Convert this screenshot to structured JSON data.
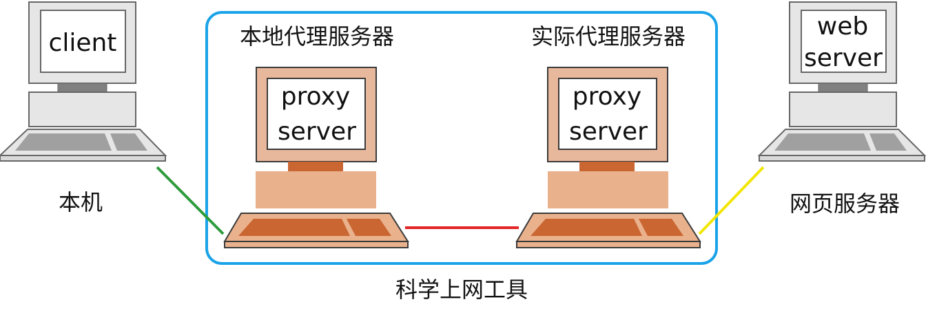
{
  "client": {
    "screen_label": "client",
    "caption": "本机"
  },
  "local_proxy": {
    "title": "本地代理服务器",
    "screen_line1": "proxy",
    "screen_line2": "server"
  },
  "remote_proxy": {
    "title": "实际代理服务器",
    "screen_line1": "proxy",
    "screen_line2": "server"
  },
  "web_server": {
    "screen_line1": "web",
    "screen_line2": "server",
    "caption": "网页服务器"
  },
  "group_label": "科学上网工具",
  "colors": {
    "gray_body": "#e6e6e6",
    "gray_outline": "#666666",
    "gray_keys": "#a0a0a0",
    "gray_neck": "#808080",
    "proxy_body": "#eab18d",
    "proxy_light": "#e8b89c",
    "proxy_keys": "#c96632",
    "box_border": "#1aa3e8",
    "link_client": "#2e9b3c",
    "link_proxies": "#e32526",
    "link_web": "#f2e600"
  }
}
